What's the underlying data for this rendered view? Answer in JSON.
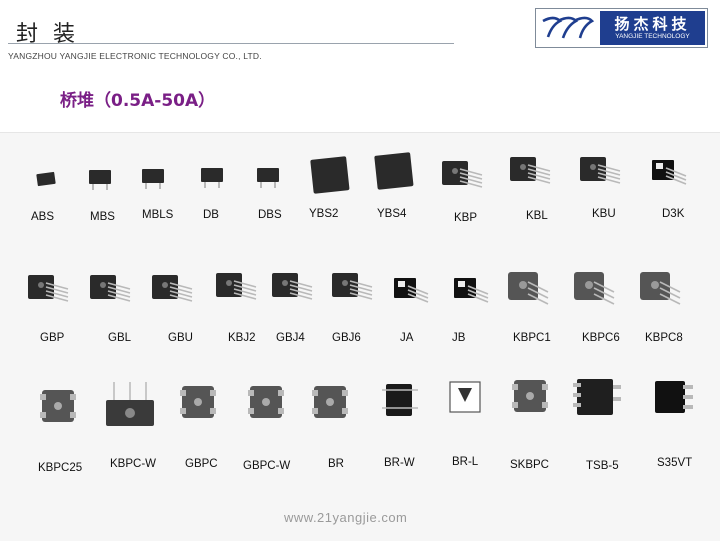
{
  "header": {
    "title": "封 装",
    "company": "YANGZHOU YANGJIE ELECTRONIC TECHNOLOGY CO., LTD."
  },
  "logo": {
    "cn": "扬杰科技",
    "en": "YANGJIE TECHNOLOGY",
    "brand_color": "#1f3e8f",
    "mark_color": "#1f3e8f"
  },
  "section_title": "桥堆（0.5A-50A）",
  "section_color": "#7a1f86",
  "packages": {
    "row1": [
      "ABS",
      "MBS",
      "MBLS",
      "DB",
      "DBS",
      "YBS2",
      "YBS4",
      "KBP",
      "KBL",
      "KBU",
      "D3K"
    ],
    "row2": [
      "GBP",
      "GBL",
      "GBU",
      "KBJ2",
      "GBJ4",
      "GBJ6",
      "JA",
      "JB",
      "KBPC1",
      "KBPC6",
      "KBPC8"
    ],
    "row3": [
      "KBPC25",
      "KBPC-W",
      "GBPC",
      "GBPC-W",
      "BR",
      "BR-W",
      "BR-L",
      "SKBPC",
      "TSB-5",
      "S35VT"
    ]
  },
  "footer": {
    "url": "www.21yangjie.com"
  }
}
